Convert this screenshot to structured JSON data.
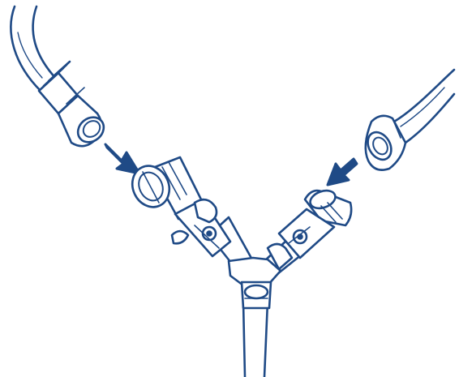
{
  "illustration": {
    "subject": "hose-splitter-connection",
    "colors": {
      "line": "#1f4a86",
      "fill": "#ffffff",
      "arrow": "#1f4a86"
    },
    "parts": [
      {
        "id": "left-hose",
        "icon": "hose-icon"
      },
      {
        "id": "left-hose-coupling",
        "icon": "quick-coupling-icon"
      },
      {
        "id": "right-hose",
        "icon": "hose-icon"
      },
      {
        "id": "right-hose-coupling",
        "icon": "quick-coupling-icon"
      },
      {
        "id": "y-splitter",
        "icon": "y-valve-icon"
      },
      {
        "id": "left-valve",
        "icon": "ball-valve-icon"
      },
      {
        "id": "right-valve",
        "icon": "ball-valve-icon"
      },
      {
        "id": "supply-hose",
        "icon": "hose-icon"
      }
    ],
    "arrows": [
      {
        "id": "arrow-left",
        "direction": "down-right"
      },
      {
        "id": "arrow-right",
        "direction": "down-left"
      }
    ]
  }
}
